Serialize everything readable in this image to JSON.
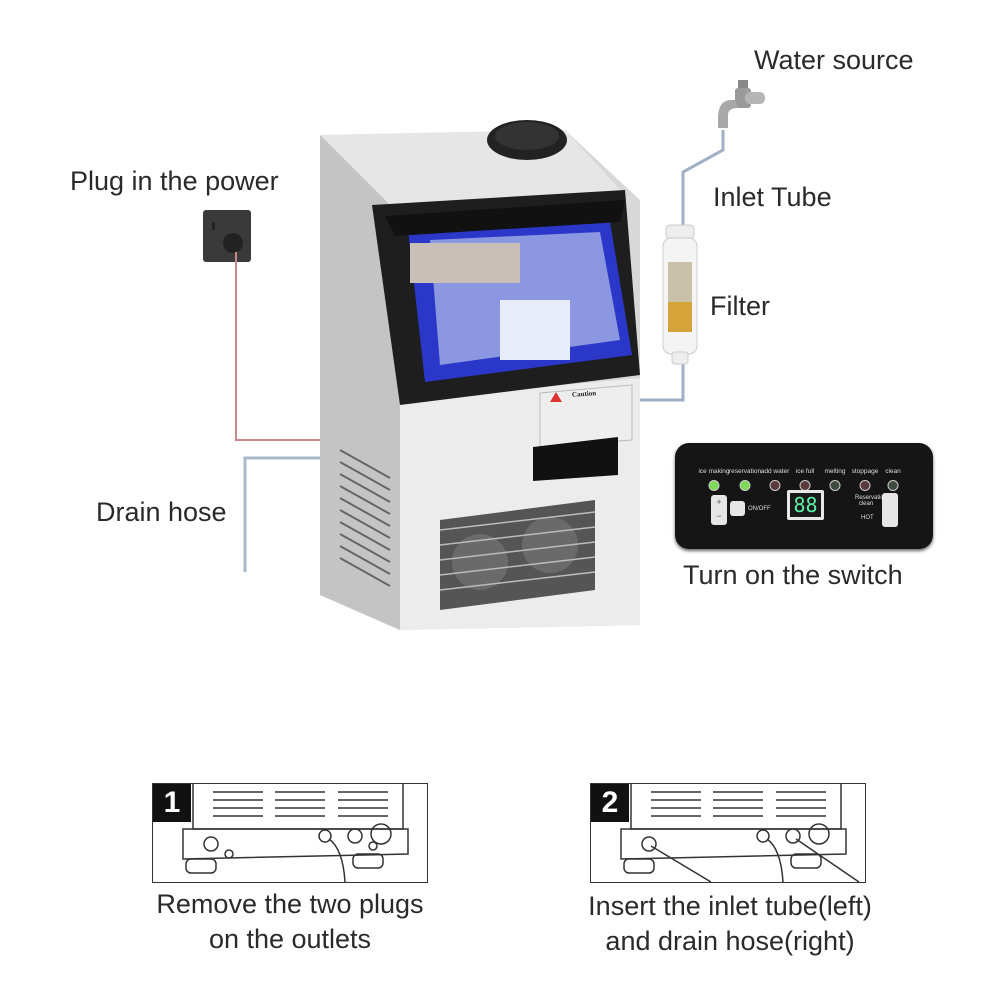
{
  "labels": {
    "water_source": "Water source",
    "plug_power": "Plug in the power",
    "inlet_tube": "Inlet Tube",
    "filter": "Filter",
    "drain_hose": "Drain hose",
    "turn_on_switch": "Turn on the switch"
  },
  "machine": {
    "caution_title": "Caution"
  },
  "control_panel": {
    "indicators": [
      {
        "label": "ice making",
        "color": "#7ed957"
      },
      {
        "label": "reservation",
        "color": "#7ed957"
      },
      {
        "label": "add water",
        "color": "#5a3a3a"
      },
      {
        "label": "ice full",
        "color": "#5a3a3a"
      },
      {
        "label": "melting",
        "color": "#3d4a3d"
      },
      {
        "label": "stoppage",
        "color": "#5a3a3a"
      },
      {
        "label": "clean",
        "color": "#3d4a3d"
      }
    ],
    "plus": "+",
    "minus": "−",
    "onoff": "ON/OFF",
    "display": "88",
    "reservation_clean": "Reservation clean",
    "hot": "HOT"
  },
  "steps": [
    {
      "number": "1",
      "caption_line1": "Remove the two plugs",
      "caption_line2": "on the outlets"
    },
    {
      "number": "2",
      "caption_line1": "Insert the inlet tube(left)",
      "caption_line2": "and drain hose(right)"
    }
  ]
}
